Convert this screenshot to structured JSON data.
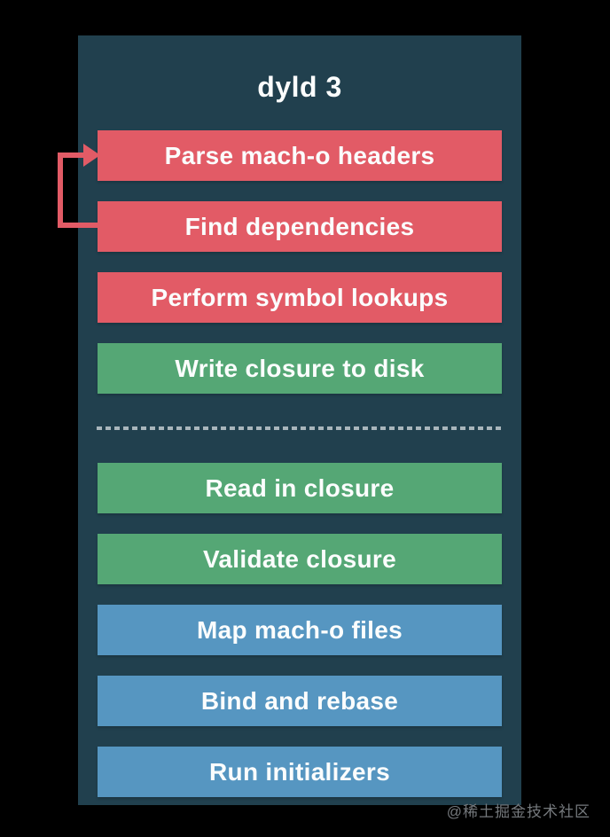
{
  "diagram": {
    "title": "dyld 3",
    "launch_closure_steps": [
      {
        "label": "Parse mach-o headers",
        "color": "red"
      },
      {
        "label": "Find dependencies",
        "color": "red"
      },
      {
        "label": "Perform symbol lookups",
        "color": "red"
      },
      {
        "label": "Write closure to disk",
        "color": "green"
      }
    ],
    "launch_runtime_steps": [
      {
        "label": "Read in closure",
        "color": "green"
      },
      {
        "label": "Validate closure",
        "color": "green"
      },
      {
        "label": "Map mach-o files",
        "color": "blue"
      },
      {
        "label": "Bind and rebase",
        "color": "blue"
      },
      {
        "label": "Run initializers",
        "color": "blue"
      }
    ],
    "loop_arrow": "loop between Find dependencies and Parse mach-o headers",
    "colors": {
      "red": "#e25b66",
      "green": "#55a775",
      "blue": "#5696c1",
      "panel": "#21404e",
      "background": "#000000",
      "dash": "#a9b6bc",
      "arrow": "#e25b66"
    }
  },
  "watermark": "@稀土掘金技术社区"
}
